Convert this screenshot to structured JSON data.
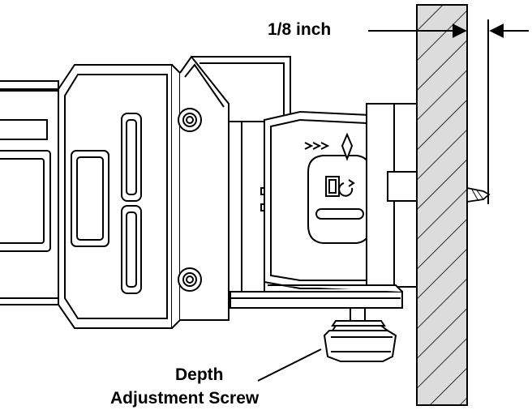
{
  "labels": {
    "depth_measurement": "1/8 inch",
    "depth_screw_line1": "Depth",
    "depth_screw_line2": "Adjustment Screw"
  },
  "icons": {
    "speed_chevrons": "double-chevron-right-icon",
    "unlock_indicator": "diamond-marker-icon",
    "lock_toggle": "lock-rotate-icon"
  },
  "colors": {
    "ink": "#000000",
    "background": "#ffffff",
    "wall_fill": "#dcdcdc"
  }
}
